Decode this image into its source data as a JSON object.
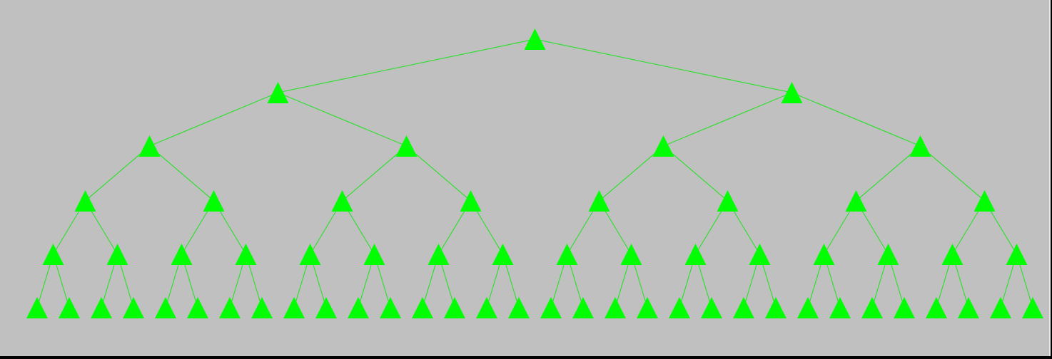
{
  "colors": {
    "background": "#c0c0c0",
    "node": "#00ff00",
    "edge": "#33dd33",
    "frame": "#000000"
  },
  "tree": {
    "type": "binary-tree",
    "depth": 6,
    "node_shape": "triangle-icon",
    "leaf_count": 32
  }
}
